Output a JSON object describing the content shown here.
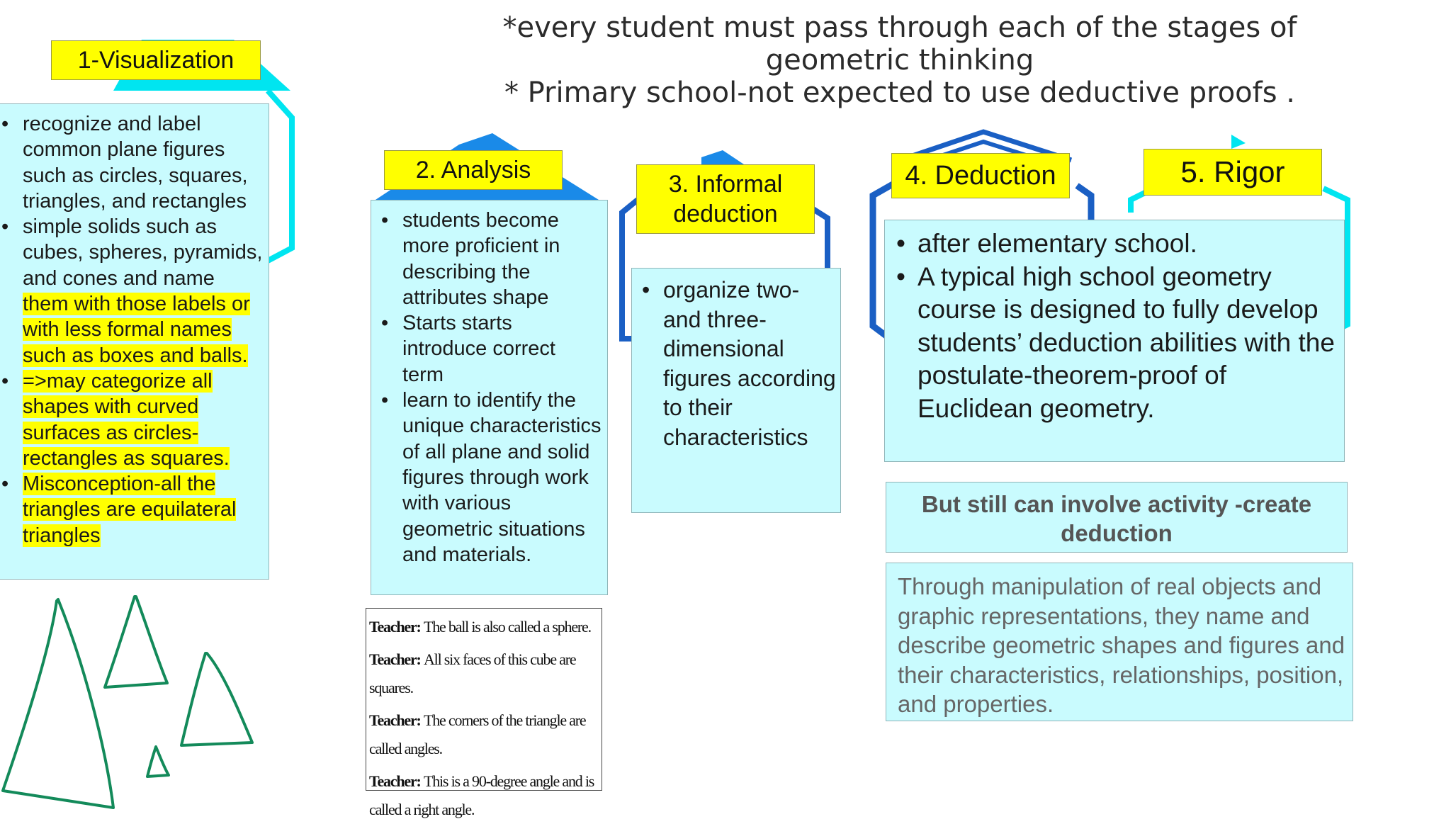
{
  "header": {
    "line1": "*every student must pass through each of the stages of geometric thinking",
    "line2": "* Primary school-not expected to use deductive proofs ."
  },
  "colors": {
    "label_fill": "#ffff00",
    "box_fill": "#c9fbfe",
    "cyan_shape": "#00e5f0",
    "blue_shape": "#1a5fc4",
    "drawing_green": "#138a5a"
  },
  "stages": {
    "s1": {
      "label": "1-Visualization",
      "items": [
        {
          "plain": "recognize and label common plane figures such as circles, squares, triangles, and rectangles",
          "highlight": ""
        },
        {
          "plain": "simple solids such as cubes, spheres, pyramids, and cones and name ",
          "highlight": "them with those labels or with less formal names such as boxes and balls."
        },
        {
          "plain": "",
          "highlight": "=>may categorize all shapes with curved surfaces as circles-rectangles as squares."
        },
        {
          "plain": "",
          "highlight": "Misconception-all the triangles are equilateral triangles"
        }
      ]
    },
    "s2": {
      "label": "2. Analysis",
      "items": [
        "students become more proficient in describing the attributes shape",
        "Starts starts introduce correct term",
        "learn to identify the unique characteristics of all plane and solid figures through work with various geometric situations and materials."
      ]
    },
    "s3": {
      "label": "3. Informal deduction",
      "items": [
        "organize two- and three-dimensional figures according to their characteristics"
      ]
    },
    "s4": {
      "label": "4. Deduction",
      "items": [
        "after elementary school.",
        "A typical high school geometry course is designed to fully develop students’ deduction abilities with the postulate-theorem-proof of Euclidean geometry."
      ]
    },
    "s5": {
      "label": "5. Rigor"
    }
  },
  "note_box": "But still can involve activity -create deduction",
  "manipulation_box": "Through manipulation of real objects and graphic representations, they name and describe geometric shapes and figures and their characteristics, relationships, position, and properties.",
  "teacher_quotes": [
    {
      "speaker": "Teacher:",
      "text": "The ball is also called a sphere."
    },
    {
      "speaker": "Teacher:",
      "text": "All six faces of this cube are squares."
    },
    {
      "speaker": "Teacher:",
      "text": "The corners of the triangle are called angles."
    },
    {
      "speaker": "Teacher:",
      "text": "This is a 90-degree angle and is called a right angle."
    }
  ],
  "drawing": {
    "shape_count": 5,
    "shape": "triangle-icon"
  }
}
